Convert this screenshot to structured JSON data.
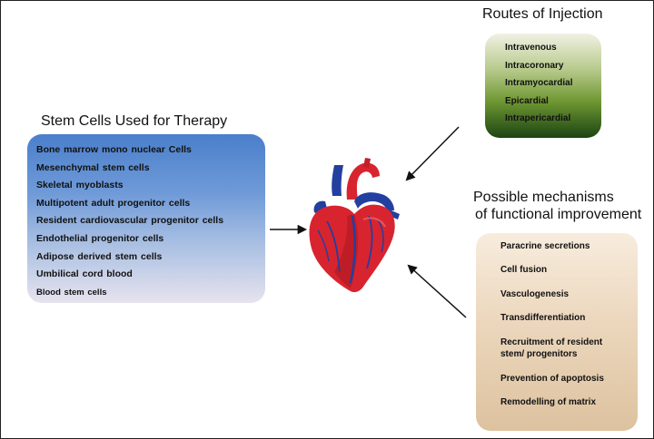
{
  "stem_cells": {
    "title": "Stem Cells Used for Therapy",
    "items": [
      "Bone marrow mono nuclear Cells",
      "Mesenchymal stem cells",
      "Skeletal myoblasts",
      "Multipotent adult progenitor cells",
      "Resident cardiovascular progenitor cells",
      "Endothelial progenitor cells",
      "Adipose derived stem cells",
      "Umbilical cord blood",
      "Blood stem cells"
    ]
  },
  "routes": {
    "title": "Routes of Injection",
    "items": [
      "Intravenous",
      "Intracoronary",
      "Intramyocardial",
      "Epicardial",
      "Intrapericardial"
    ]
  },
  "mechanisms": {
    "title_line1": "Possible mechanisms",
    "title_line2": "of functional improvement",
    "items": [
      "Paracrine secretions",
      "Cell fusion",
      "Vasculogenesis",
      "Transdifferentiation",
      "Recruitment of resident stem/ progenitors",
      "Prevention of apoptosis",
      "Remodelling of matrix"
    ]
  },
  "colors": {
    "stem_box": "#4a7fcb",
    "routes_box": "#1c4413",
    "mechanism_box": "#ecd7bd",
    "heart_red": "#d8242f",
    "vessel_blue": "#233fa0"
  }
}
